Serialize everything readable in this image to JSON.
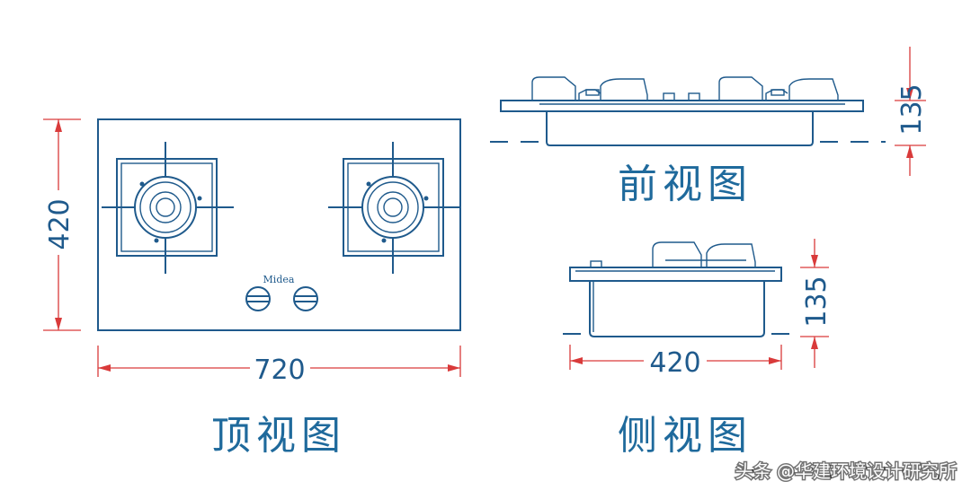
{
  "top_view": {
    "title": "顶视图",
    "brand": "Midea",
    "width_dim": "720",
    "depth_dim": "420"
  },
  "front_view": {
    "title": "前视图",
    "height_dim": "135"
  },
  "side_view": {
    "title": "侧视图",
    "height_dim": "135",
    "depth_dim": "420"
  },
  "watermark": "头条 @华建环境设计研究所",
  "colors": {
    "line": "#1f5a8c",
    "dimension": "#d93a3a",
    "title": "#1f6a9c"
  }
}
